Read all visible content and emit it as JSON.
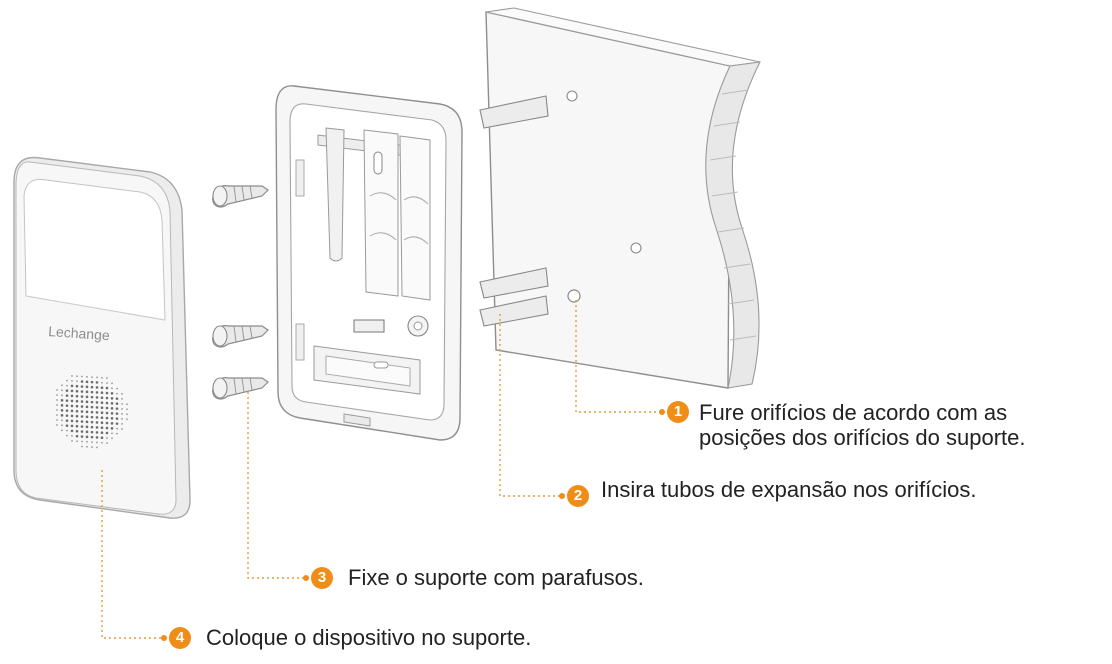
{
  "brand": {
    "device_logo": "Lechange"
  },
  "colors": {
    "accent": "#f08d18",
    "leader_line": "#e89a3a",
    "text": "#222222",
    "device_body": "#f4f4f4",
    "outline": "#9a9a9a"
  },
  "steps": [
    {
      "number": "1",
      "text_line1": "Fure orifícios de acordo com as",
      "text_line2": "posições dos orifícios do suporte."
    },
    {
      "number": "2",
      "text_line1": "Insira tubos de expansão nos orifícios."
    },
    {
      "number": "3",
      "text_line1": "Fixe o suporte com parafusos."
    },
    {
      "number": "4",
      "text_line1": "Coloque o dispositivo no suporte."
    }
  ],
  "icons": {
    "step_badge": "numbered-circle",
    "screw": "screw-icon",
    "speaker": "speaker-grille-icon"
  }
}
